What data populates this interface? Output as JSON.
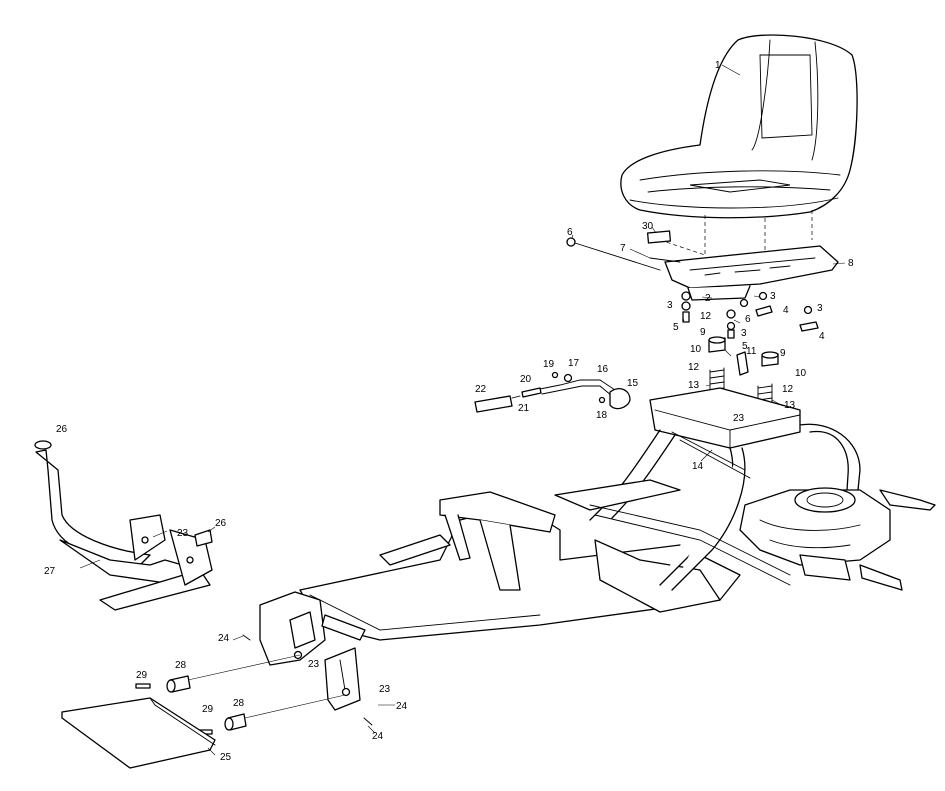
{
  "diagram": {
    "callouts": [
      {
        "id": "c1",
        "text": "1"
      },
      {
        "id": "c2",
        "text": "2"
      },
      {
        "id": "c3a",
        "text": "3"
      },
      {
        "id": "c3b",
        "text": "3"
      },
      {
        "id": "c3c",
        "text": "3"
      },
      {
        "id": "c3d",
        "text": "3"
      },
      {
        "id": "c4a",
        "text": "4"
      },
      {
        "id": "c4b",
        "text": "4"
      },
      {
        "id": "c5a",
        "text": "5"
      },
      {
        "id": "c5b",
        "text": "5"
      },
      {
        "id": "c6a",
        "text": "6"
      },
      {
        "id": "c6b",
        "text": "6"
      },
      {
        "id": "c7",
        "text": "7"
      },
      {
        "id": "c8",
        "text": "8"
      },
      {
        "id": "c9a",
        "text": "9"
      },
      {
        "id": "c9b",
        "text": "9"
      },
      {
        "id": "c10a",
        "text": "10"
      },
      {
        "id": "c10b",
        "text": "10"
      },
      {
        "id": "c11",
        "text": "11"
      },
      {
        "id": "c12a",
        "text": "12"
      },
      {
        "id": "c12b",
        "text": "12"
      },
      {
        "id": "c12c",
        "text": "12"
      },
      {
        "id": "c13a",
        "text": "13"
      },
      {
        "id": "c13b",
        "text": "13"
      },
      {
        "id": "c14",
        "text": "14"
      },
      {
        "id": "c15",
        "text": "15"
      },
      {
        "id": "c16",
        "text": "16"
      },
      {
        "id": "c17",
        "text": "17"
      },
      {
        "id": "c18",
        "text": "18"
      },
      {
        "id": "c19",
        "text": "19"
      },
      {
        "id": "c20",
        "text": "20"
      },
      {
        "id": "c21",
        "text": "21"
      },
      {
        "id": "c22",
        "text": "22"
      },
      {
        "id": "c23a",
        "text": "23"
      },
      {
        "id": "c23b",
        "text": "23"
      },
      {
        "id": "c23c",
        "text": "23"
      },
      {
        "id": "c23d",
        "text": "23"
      },
      {
        "id": "c24a",
        "text": "24"
      },
      {
        "id": "c24b",
        "text": "24"
      },
      {
        "id": "c24c",
        "text": "24"
      },
      {
        "id": "c25",
        "text": "25"
      },
      {
        "id": "c26a",
        "text": "26"
      },
      {
        "id": "c26b",
        "text": "26"
      },
      {
        "id": "c27",
        "text": "27"
      },
      {
        "id": "c28a",
        "text": "28"
      },
      {
        "id": "c28b",
        "text": "28"
      },
      {
        "id": "c29a",
        "text": "29"
      },
      {
        "id": "c29b",
        "text": "29"
      },
      {
        "id": "c30",
        "text": "30"
      }
    ]
  }
}
